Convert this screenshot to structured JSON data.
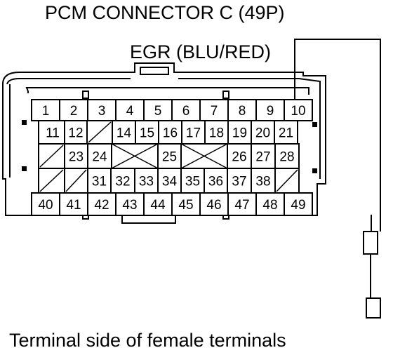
{
  "title": "PCM CONNECTOR C (49P)",
  "wire_label": "EGR (BLU/RED)",
  "caption": "Terminal side of female terminals",
  "rows": [
    [
      "1",
      "2",
      "3",
      "4",
      "5",
      "6",
      "7",
      "8",
      "9",
      "10"
    ],
    [
      "11",
      "12",
      "",
      "14",
      "15",
      "16",
      "17",
      "18",
      "19",
      "20",
      "21"
    ],
    [
      "",
      "23",
      "24",
      "",
      "25",
      "",
      "26",
      "27",
      "28"
    ],
    [
      "",
      "",
      "31",
      "32",
      "33",
      "34",
      "35",
      "36",
      "37",
      "38",
      ""
    ],
    [
      "40",
      "41",
      "42",
      "43",
      "44",
      "45",
      "46",
      "47",
      "48",
      "49"
    ]
  ]
}
